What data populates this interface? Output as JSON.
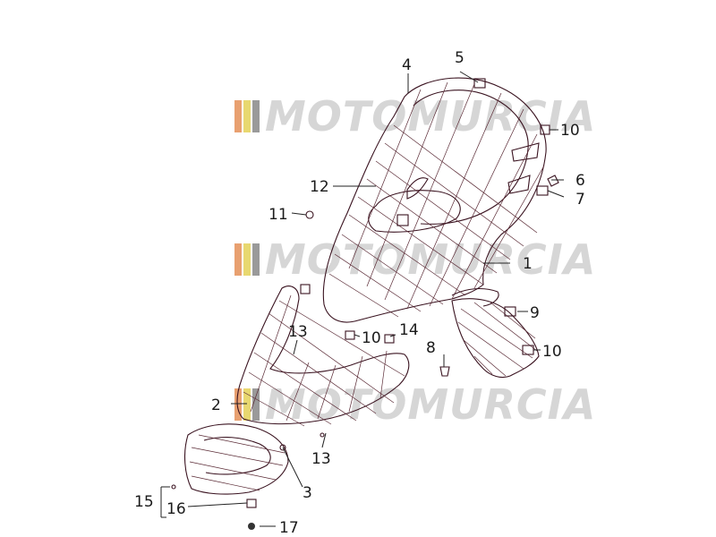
{
  "diagram": {
    "watermark": "MOTOMURCIA",
    "watermark_colors": [
      "#e8a070",
      "#e8d870",
      "#8fc88f",
      "#9a9a9a"
    ],
    "part_color": "#3a1320",
    "callouts": [
      "1",
      "2",
      "3",
      "4",
      "5",
      "6",
      "7",
      "8",
      "9",
      "10",
      "10",
      "10",
      "11",
      "12",
      "13",
      "13",
      "14",
      "15",
      "16",
      "17"
    ]
  }
}
